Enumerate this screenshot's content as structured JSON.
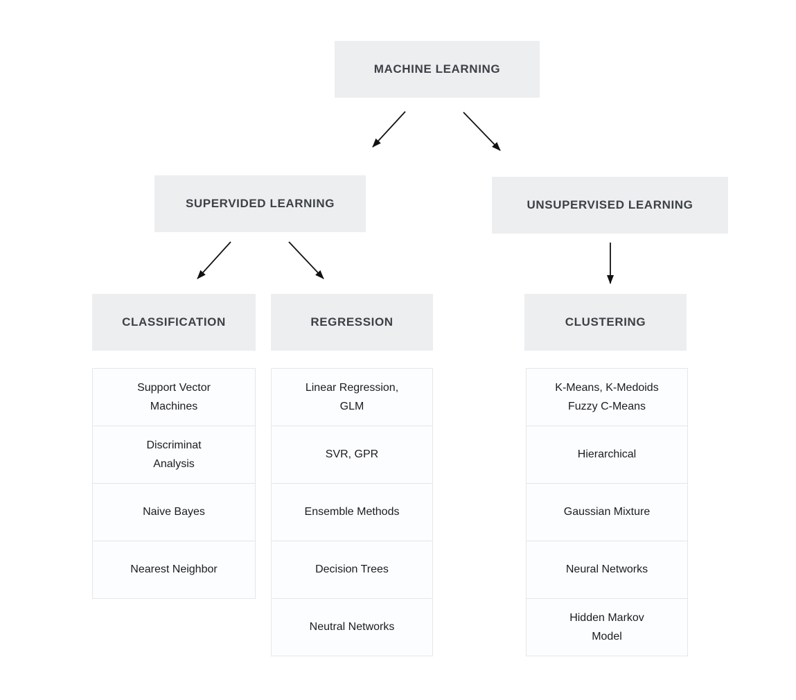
{
  "palette": {
    "page_bg": "#ffffff",
    "header_box_bg": "#eceef0",
    "header_text": "#3d4045",
    "cell_bg": "#fcfdfe",
    "cell_border": "#e4e6e9",
    "cell_text": "#1b1c1e",
    "arrow": "#111111"
  },
  "diagram": {
    "root_label": "MACHINE LEARNING",
    "level2": [
      {
        "label": "SUPERVIDED LEARNING"
      },
      {
        "label": "UNSUPERVISED LEARNING"
      }
    ],
    "columns": [
      {
        "header": "CLASSIFICATION",
        "items": [
          "Support Vector\nMachines",
          "Discriminat\nAnalysis",
          "Naive Bayes",
          "Nearest Neighbor"
        ]
      },
      {
        "header": "REGRESSION",
        "items": [
          "Linear Regression,\nGLM",
          "SVR, GPR",
          "Ensemble Methods",
          "Decision Trees",
          "Neutral Networks"
        ]
      },
      {
        "header": "CLUSTERING",
        "items": [
          "K-Means, K-Medoids\nFuzzy C-Means",
          "Hierarchical",
          "Gaussian Mixture",
          "Neural Networks",
          "Hidden Markov\nModel"
        ]
      }
    ]
  }
}
